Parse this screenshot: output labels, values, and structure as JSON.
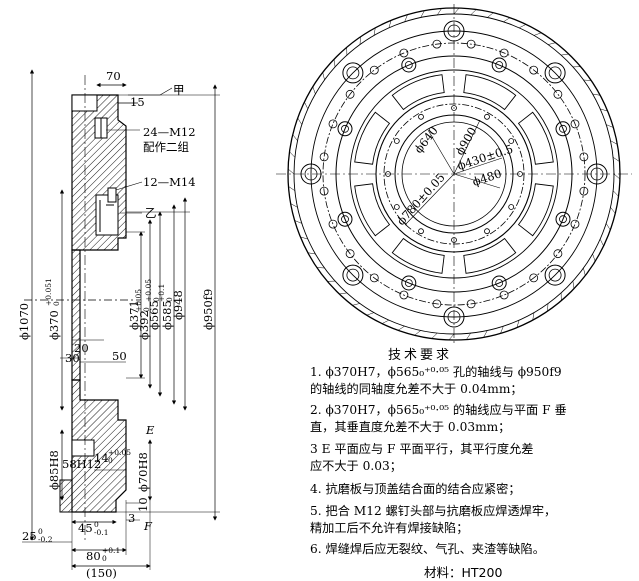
{
  "section_view": {
    "dims": {
      "d70": "70",
      "d15": "15",
      "jia": "甲",
      "m12": "24—M12",
      "pair": "配作二组",
      "m14": "12—M14",
      "yi": "乙",
      "phi1070": "ϕ1070",
      "phi370": "ϕ370",
      "phi370_tol": "+0.051",
      "phi370_tol2": "0",
      "d20": "20",
      "d30": "30",
      "d50": "50",
      "phi371": "ϕ371",
      "phi392": "ϕ392",
      "phi392_tol": "+0.05",
      "phi392_tol2": "0",
      "phi565": "ϕ565",
      "phi565_tol": "+0.05",
      "phi565_tol2": "0",
      "phi585": "ϕ585",
      "phi585_tol": "+0.1",
      "phi585_tol2": "0",
      "phi948": "ϕ948",
      "phi950": "ϕ950f9",
      "E": "E",
      "phi851": "ϕ85H8",
      "h58": "58H12",
      "d14": "14",
      "d14_tol": "+0.05",
      "d14_tol2": "0",
      "phi70": "ϕ70H8",
      "d10": "10",
      "d3": "3",
      "F": "F",
      "d45": "45",
      "d45_tol": "0",
      "d45_tol2": "-0.1",
      "d25": "25",
      "d25_tol": "0",
      "d25_tol2": "-0.2",
      "d80": "80",
      "d80_tol": "+0.1",
      "d80_tol2": "0",
      "d150": "(150)"
    }
  },
  "plan_view": {
    "dims": {
      "phi640": "ϕ640",
      "phi900": "ϕ900",
      "phi430": "ϕ430±0.5",
      "phi480": "ϕ480",
      "phi780": "ϕ780±0.05"
    }
  },
  "requirements": {
    "title": "技术要求",
    "lines": [
      "1. ϕ370H7，ϕ565₀⁺⁰·⁰⁵ 孔的轴线与 ϕ950f9",
      "   的轴线的同轴度允差不大于 0.04mm；",
      "2. ϕ370H7，ϕ565₀⁺⁰·⁰⁵ 的轴线应与平面 F 垂",
      "直，其垂直度允差不大于 0.03mm；",
      "3  E 平面应与 F 平面平行，其平行度允差",
      "   应不大于 0.03；",
      "4. 抗磨板与顶盖结合面的结合应紧密；",
      "5. 把合 M12 螺钉头部与抗磨板应焊透焊牢，",
      "精加工后不允许有焊接缺陷；",
      "6. 焊缝焊后应无裂纹、气孔、夹渣等缺陷。"
    ],
    "material": "材料：HT200"
  }
}
